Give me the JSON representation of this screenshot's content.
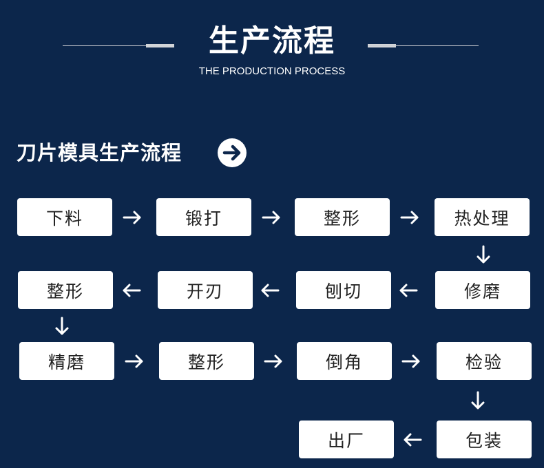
{
  "header": {
    "title": "生产流程",
    "subtitle": "THE PRODUCTION PROCESS"
  },
  "section": {
    "title": "刀片模具生产流程",
    "icon": "circle-arrow-right-icon"
  },
  "steps": [
    "下料",
    "锻打",
    "整形",
    "热处理",
    "修磨",
    "刨切",
    "开刃",
    "整形",
    "精磨",
    "整形",
    "倒角",
    "检验",
    "包装",
    "出厂"
  ],
  "colors": {
    "background": "#0c264b",
    "box": "#ffffff",
    "text": "#222222",
    "arrow": "#ffffff"
  }
}
